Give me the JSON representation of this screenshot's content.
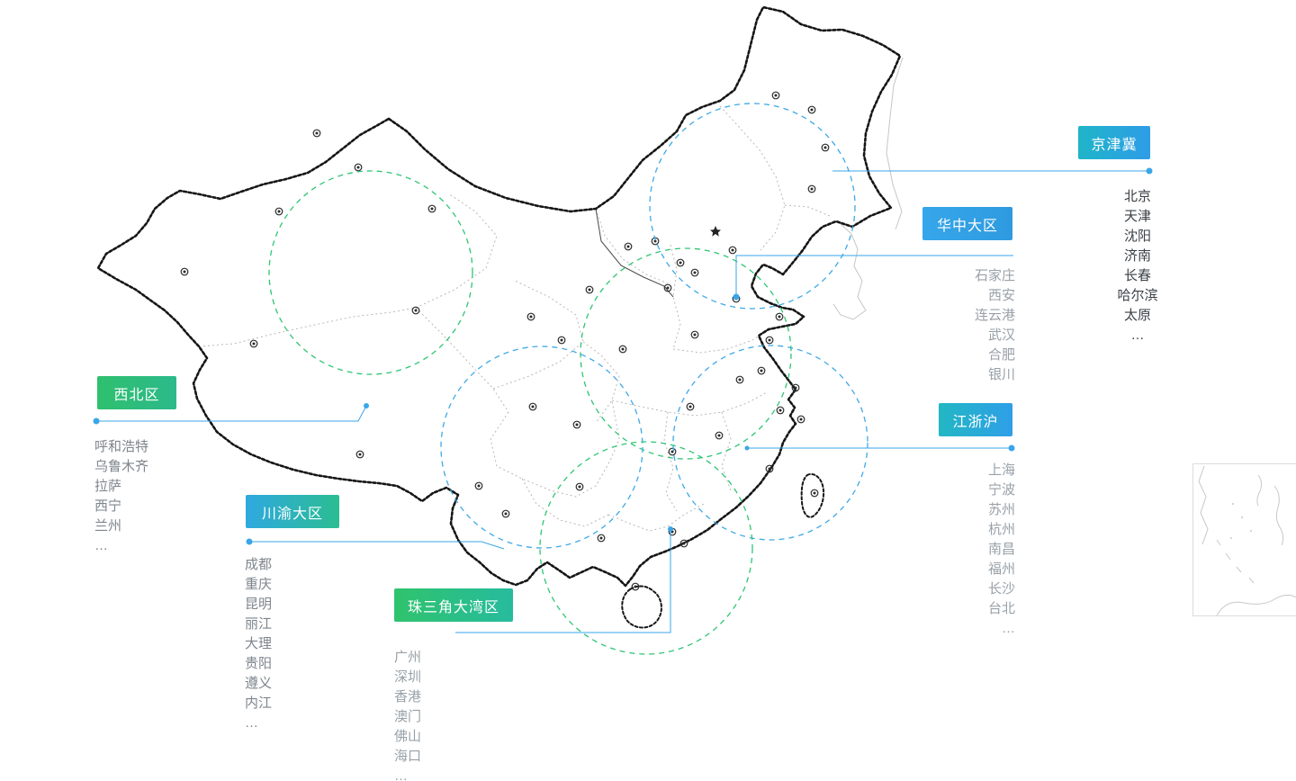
{
  "page": {
    "background": "#ffffff"
  },
  "map": {
    "connector_color": "#3aa6e8",
    "circle_blue": "#3fa9e8",
    "circle_green": "#2fc573",
    "border_color": "#1a1a1a",
    "province_line_color": "#b8b8b8",
    "inset_line_color": "#c8c8c8"
  },
  "regions": [
    {
      "id": "jingjinji",
      "label": "京津冀",
      "colors": [
        "#1fb5c8",
        "#2f9ce8"
      ],
      "city_color": "#3a4046",
      "cities": [
        "北京",
        "天津",
        "沈阳",
        "济南",
        "长春",
        "哈尔滨",
        "太原",
        "…"
      ]
    },
    {
      "id": "huazhong",
      "label": "华中大区",
      "colors": [
        "#36a6ea",
        "#2f9ae0"
      ],
      "city_color": "#98a1a8",
      "cities": [
        "石家庄",
        "西安",
        "连云港",
        "武汉",
        "合肥",
        "银川"
      ]
    },
    {
      "id": "xibei",
      "label": "西北区",
      "colors": [
        "#2fc06e",
        "#2cb98b"
      ],
      "city_color": "#7d858c",
      "cities": [
        "呼和浩特",
        "乌鲁木齐",
        "拉萨",
        "西宁",
        "兰州",
        "…"
      ]
    },
    {
      "id": "chuanyu",
      "label": "川渝大区",
      "colors": [
        "#2fa9e0",
        "#2bbd92"
      ],
      "city_color": "#7d858c",
      "cities": [
        "成都",
        "重庆",
        "昆明",
        "丽江",
        "大理",
        "贵阳",
        "遵义",
        "内江",
        "…"
      ]
    },
    {
      "id": "zhusanjiao",
      "label": "珠三角大湾区",
      "colors": [
        "#2fc36d",
        "#27bb9e"
      ],
      "city_color": "#98a1a8",
      "cities": [
        "广州",
        "深圳",
        "香港",
        "澳门",
        "佛山",
        "海口",
        "…"
      ]
    },
    {
      "id": "jiangzhehu",
      "label": "江浙沪",
      "colors": [
        "#22b7c4",
        "#2f9fe8"
      ],
      "city_color": "#98a1a8",
      "cities": [
        "上海",
        "宁波",
        "苏州",
        "杭州",
        "南昌",
        "福州",
        "长沙",
        "台北",
        "…"
      ]
    }
  ]
}
